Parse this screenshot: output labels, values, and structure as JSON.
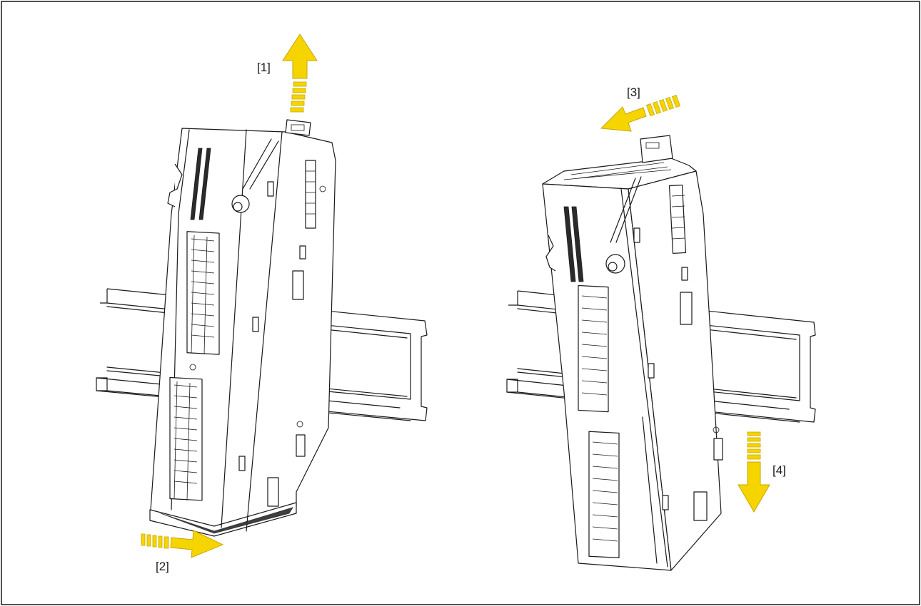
{
  "steps": [
    {
      "label": "[1]",
      "direction": "up"
    },
    {
      "label": "[2]",
      "direction": "right"
    },
    {
      "label": "[3]",
      "direction": "left"
    },
    {
      "label": "[4]",
      "direction": "down"
    }
  ],
  "colors": {
    "arrow": "#f5d400",
    "arrow_stroke": "#c9a800",
    "line": "#1a1a1a",
    "background": "#ffffff"
  }
}
